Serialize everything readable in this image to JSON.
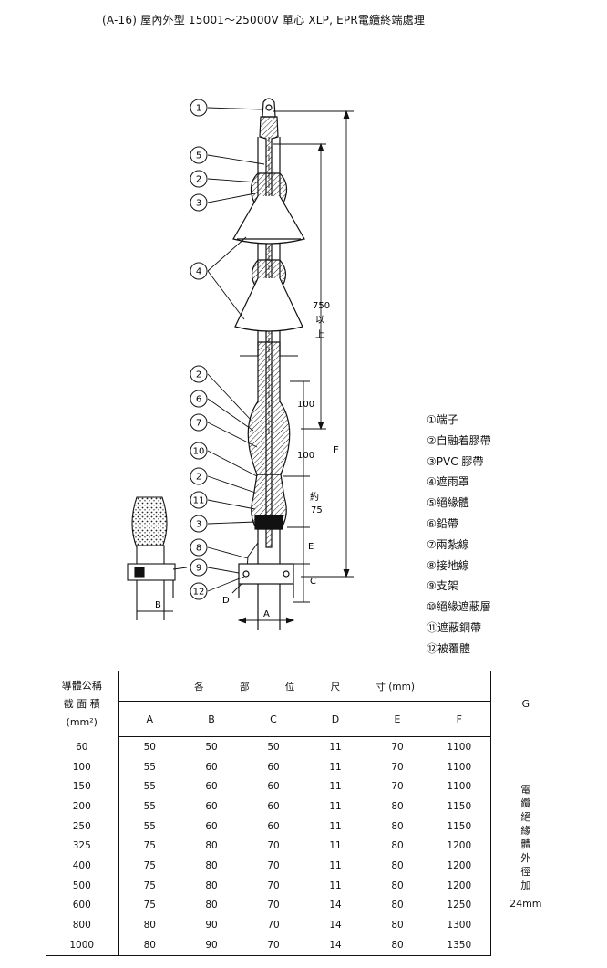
{
  "title": "(A-16) 屋內外型  15001～25000V  單心 XLP, EPR電纜終端處理",
  "callouts": [
    "1",
    "5",
    "2",
    "3",
    "4",
    "2",
    "6",
    "7",
    "10",
    "2",
    "11",
    "3",
    "8",
    "9",
    "12"
  ],
  "dimensions": {
    "f_label": "F",
    "len750_line1": "750",
    "len750_line2": "以",
    "len750_line3": "上",
    "d100_a": "100",
    "d100_b": "100",
    "about75_line1": "約",
    "about75_line2": "75",
    "e_label": "E",
    "c_label": "C",
    "a_label": "A",
    "b_label": "B",
    "d_label": "D"
  },
  "legend": [
    "①端子",
    "②自融着膠帶",
    "③PVC 膠帶",
    "④遮雨罩",
    "⑤絕緣體",
    "⑥鉛帶",
    "⑦兩紮線",
    "⑧接地線",
    "⑨支架",
    "⑩絕緣遮蔽層",
    "⑪遮蔽銅帶",
    "⑫被覆體"
  ],
  "table": {
    "header_left": [
      "導體公稱",
      "截 面 積",
      "(mm²)"
    ],
    "span_header": [
      "各",
      "部",
      "位",
      "尺",
      "寸 (mm)"
    ],
    "columns": [
      "A",
      "B",
      "C",
      "D",
      "E",
      "F",
      "G"
    ],
    "rows": [
      {
        "size": "60",
        "a": "50",
        "b": "50",
        "c": "50",
        "d": "11",
        "e": "70",
        "f": "1100"
      },
      {
        "size": "100",
        "a": "55",
        "b": "60",
        "c": "60",
        "d": "11",
        "e": "70",
        "f": "1100"
      },
      {
        "size": "150",
        "a": "55",
        "b": "60",
        "c": "60",
        "d": "11",
        "e": "70",
        "f": "1100"
      },
      {
        "size": "200",
        "a": "55",
        "b": "60",
        "c": "60",
        "d": "11",
        "e": "80",
        "f": "1150"
      },
      {
        "size": "250",
        "a": "55",
        "b": "60",
        "c": "60",
        "d": "11",
        "e": "80",
        "f": "1150"
      },
      {
        "size": "325",
        "a": "75",
        "b": "80",
        "c": "70",
        "d": "11",
        "e": "80",
        "f": "1200"
      },
      {
        "size": "400",
        "a": "75",
        "b": "80",
        "c": "70",
        "d": "11",
        "e": "80",
        "f": "1200"
      },
      {
        "size": "500",
        "a": "75",
        "b": "80",
        "c": "70",
        "d": "11",
        "e": "80",
        "f": "1200"
      },
      {
        "size": "600",
        "a": "75",
        "b": "80",
        "c": "70",
        "d": "14",
        "e": "80",
        "f": "1250"
      },
      {
        "size": "800",
        "a": "80",
        "b": "90",
        "c": "70",
        "d": "14",
        "e": "80",
        "f": "1300"
      },
      {
        "size": "1000",
        "a": "80",
        "b": "90",
        "c": "70",
        "d": "14",
        "e": "80",
        "f": "1350"
      }
    ],
    "g_note_vertical": "電纜絕緣體外徑加",
    "g_note_value": "24mm"
  }
}
